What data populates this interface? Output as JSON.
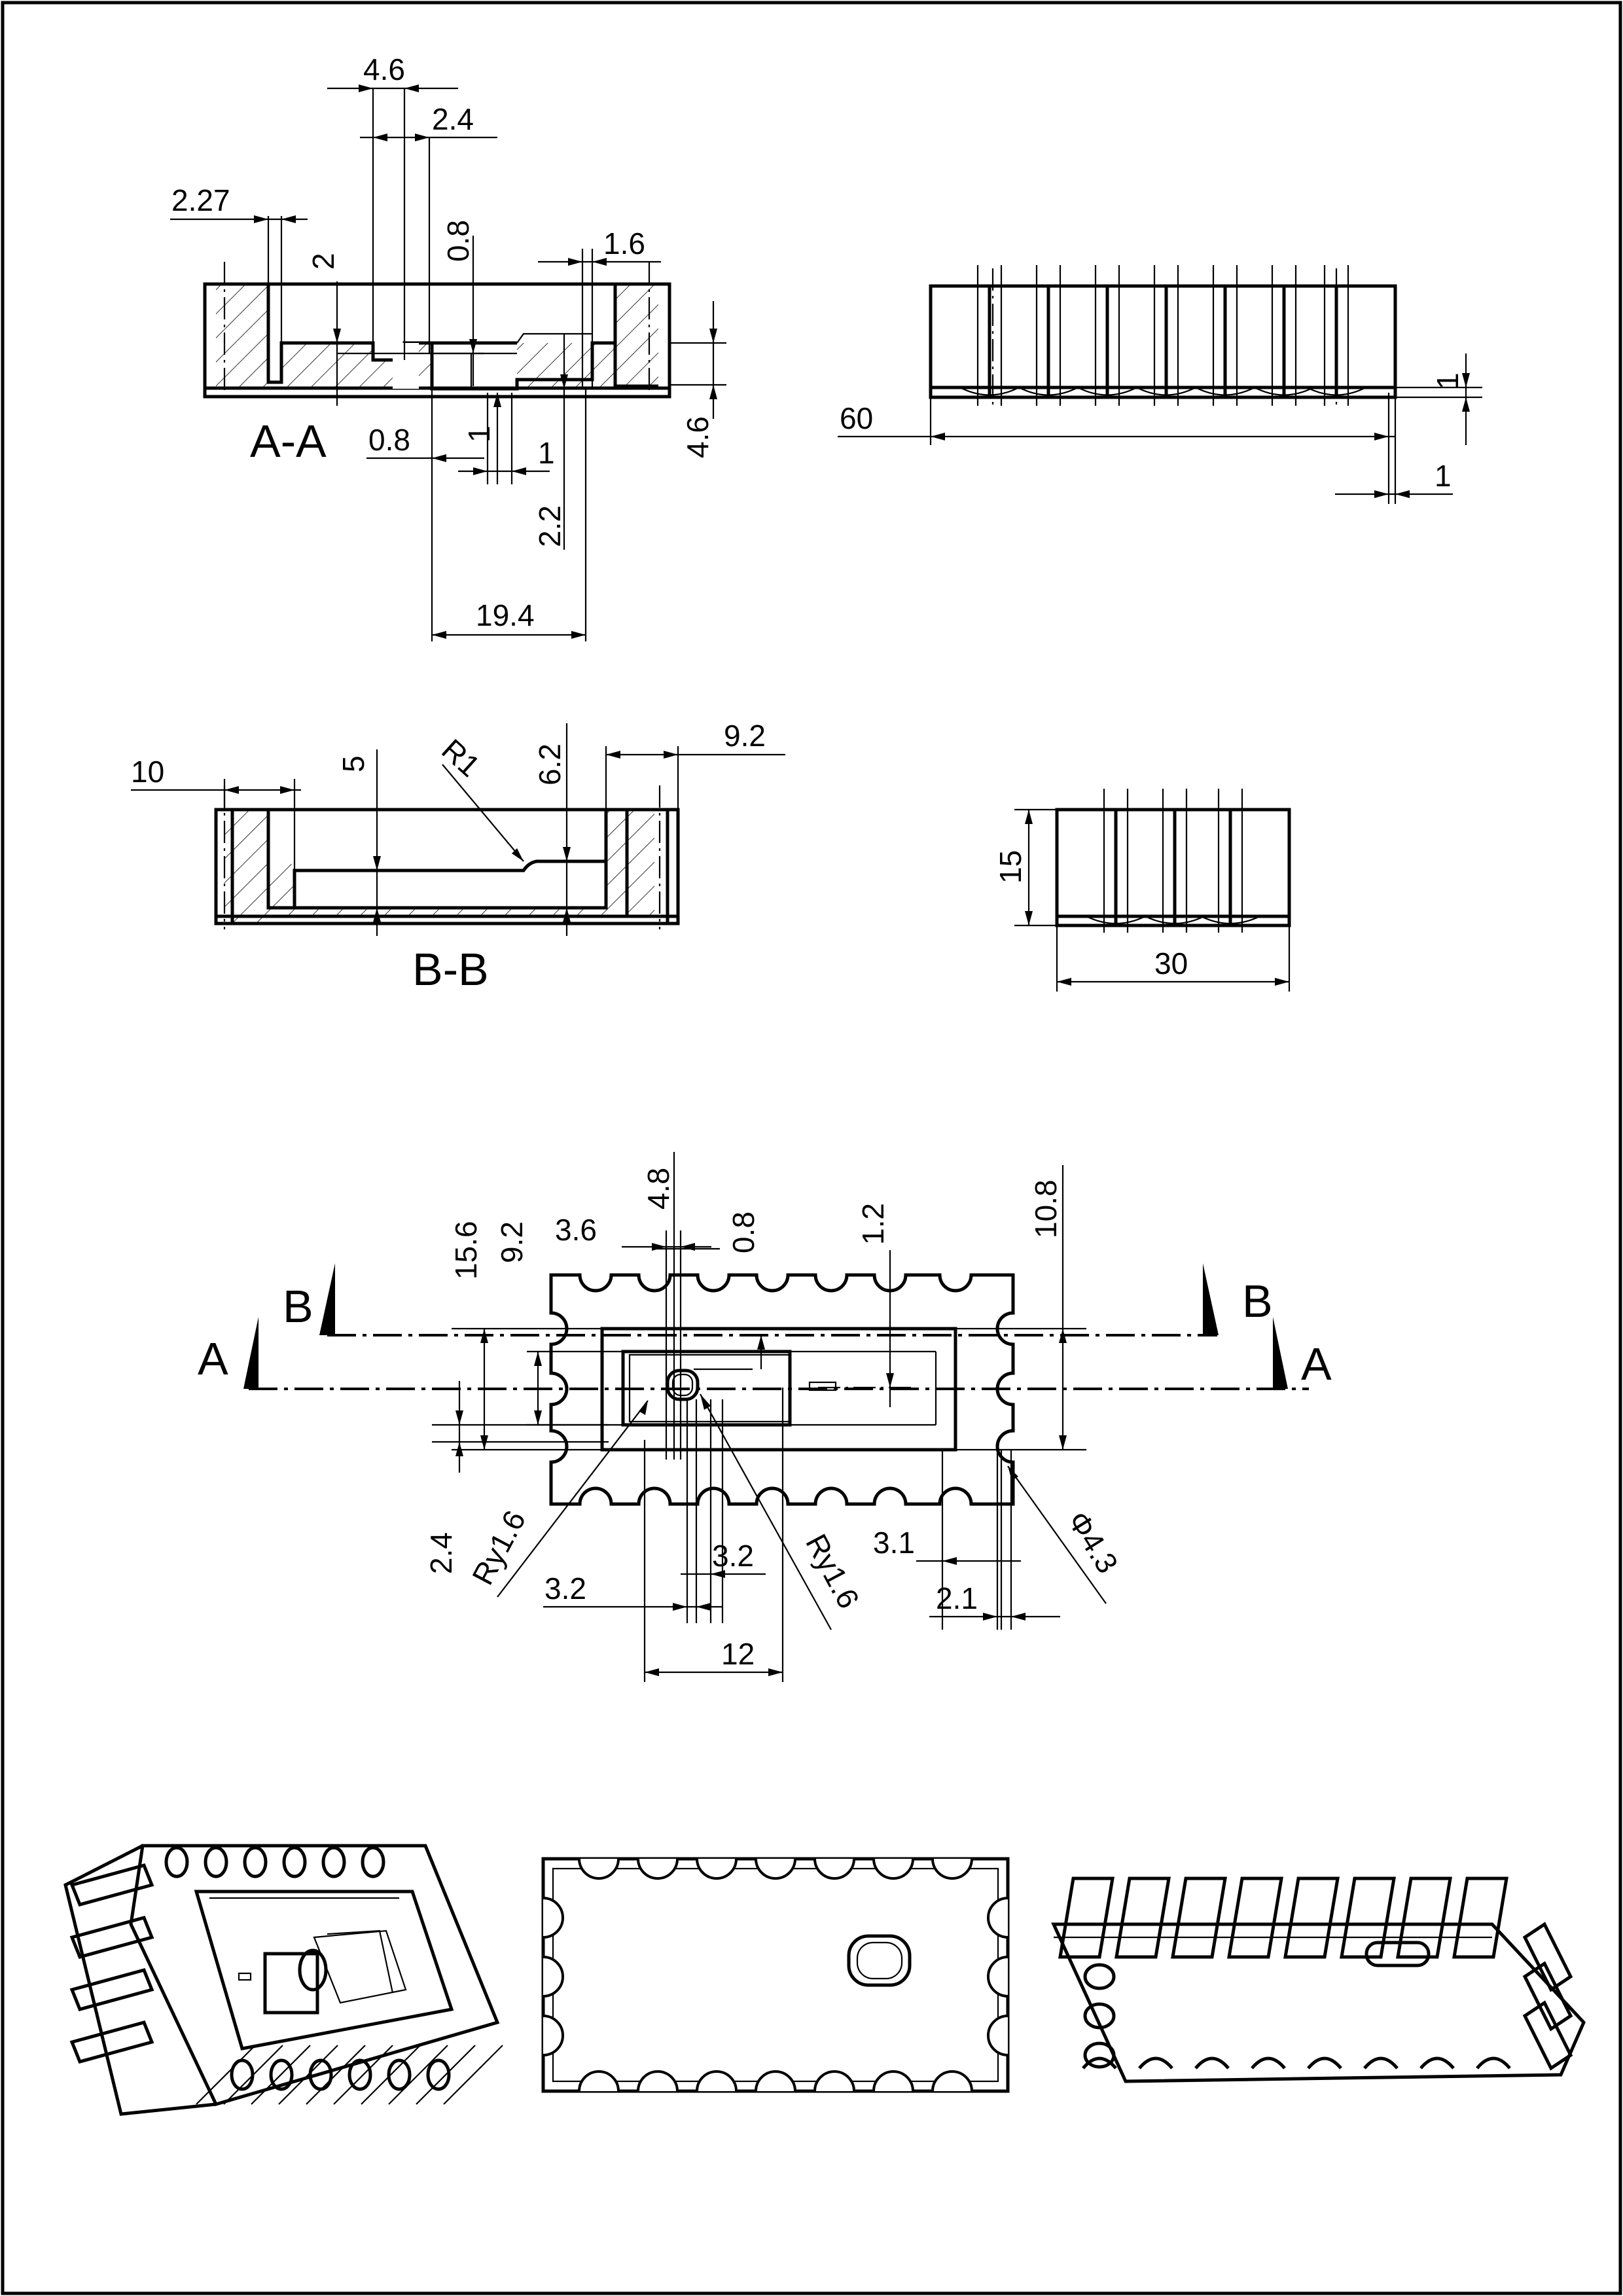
{
  "drawing": {
    "section_labels": {
      "aa": "A-A",
      "bb": "B-B"
    },
    "cut_markers": {
      "a_left": "A",
      "a_right": "A",
      "b_left": "B",
      "b_right": "B"
    },
    "section_aa_dims": {
      "w46": "4.6",
      "w24": "2.4",
      "w227": "2.27",
      "v2": "2",
      "v08": "0.8",
      "w16": "1.6",
      "h46": "4.6",
      "w08b": "0.8",
      "v1": "1",
      "w1": "1",
      "v22": "2.2",
      "w194": "19.4"
    },
    "front_view_dims": {
      "w60": "60",
      "v1": "1",
      "w1": "1"
    },
    "section_bb_dims": {
      "w10": "10",
      "v5": "5",
      "r1": "R1",
      "v62": "6.2",
      "w92": "9.2"
    },
    "side_view_dims": {
      "v15": "15",
      "w30": "30"
    },
    "top_view_dims": {
      "v156": "15.6",
      "v92": "9.2",
      "w36": "3.6",
      "v48": "4.8",
      "v08": "0.8",
      "v12": "1.2",
      "v108": "10.8",
      "v24": "2.4",
      "ry16a": "Ry1.6",
      "ry16b": "Ry1.6",
      "w32a": "3.2",
      "w32b": "3.2",
      "w31": "3.1",
      "w21": "2.1",
      "phi43": "Φ4.3",
      "w12": "12"
    }
  }
}
